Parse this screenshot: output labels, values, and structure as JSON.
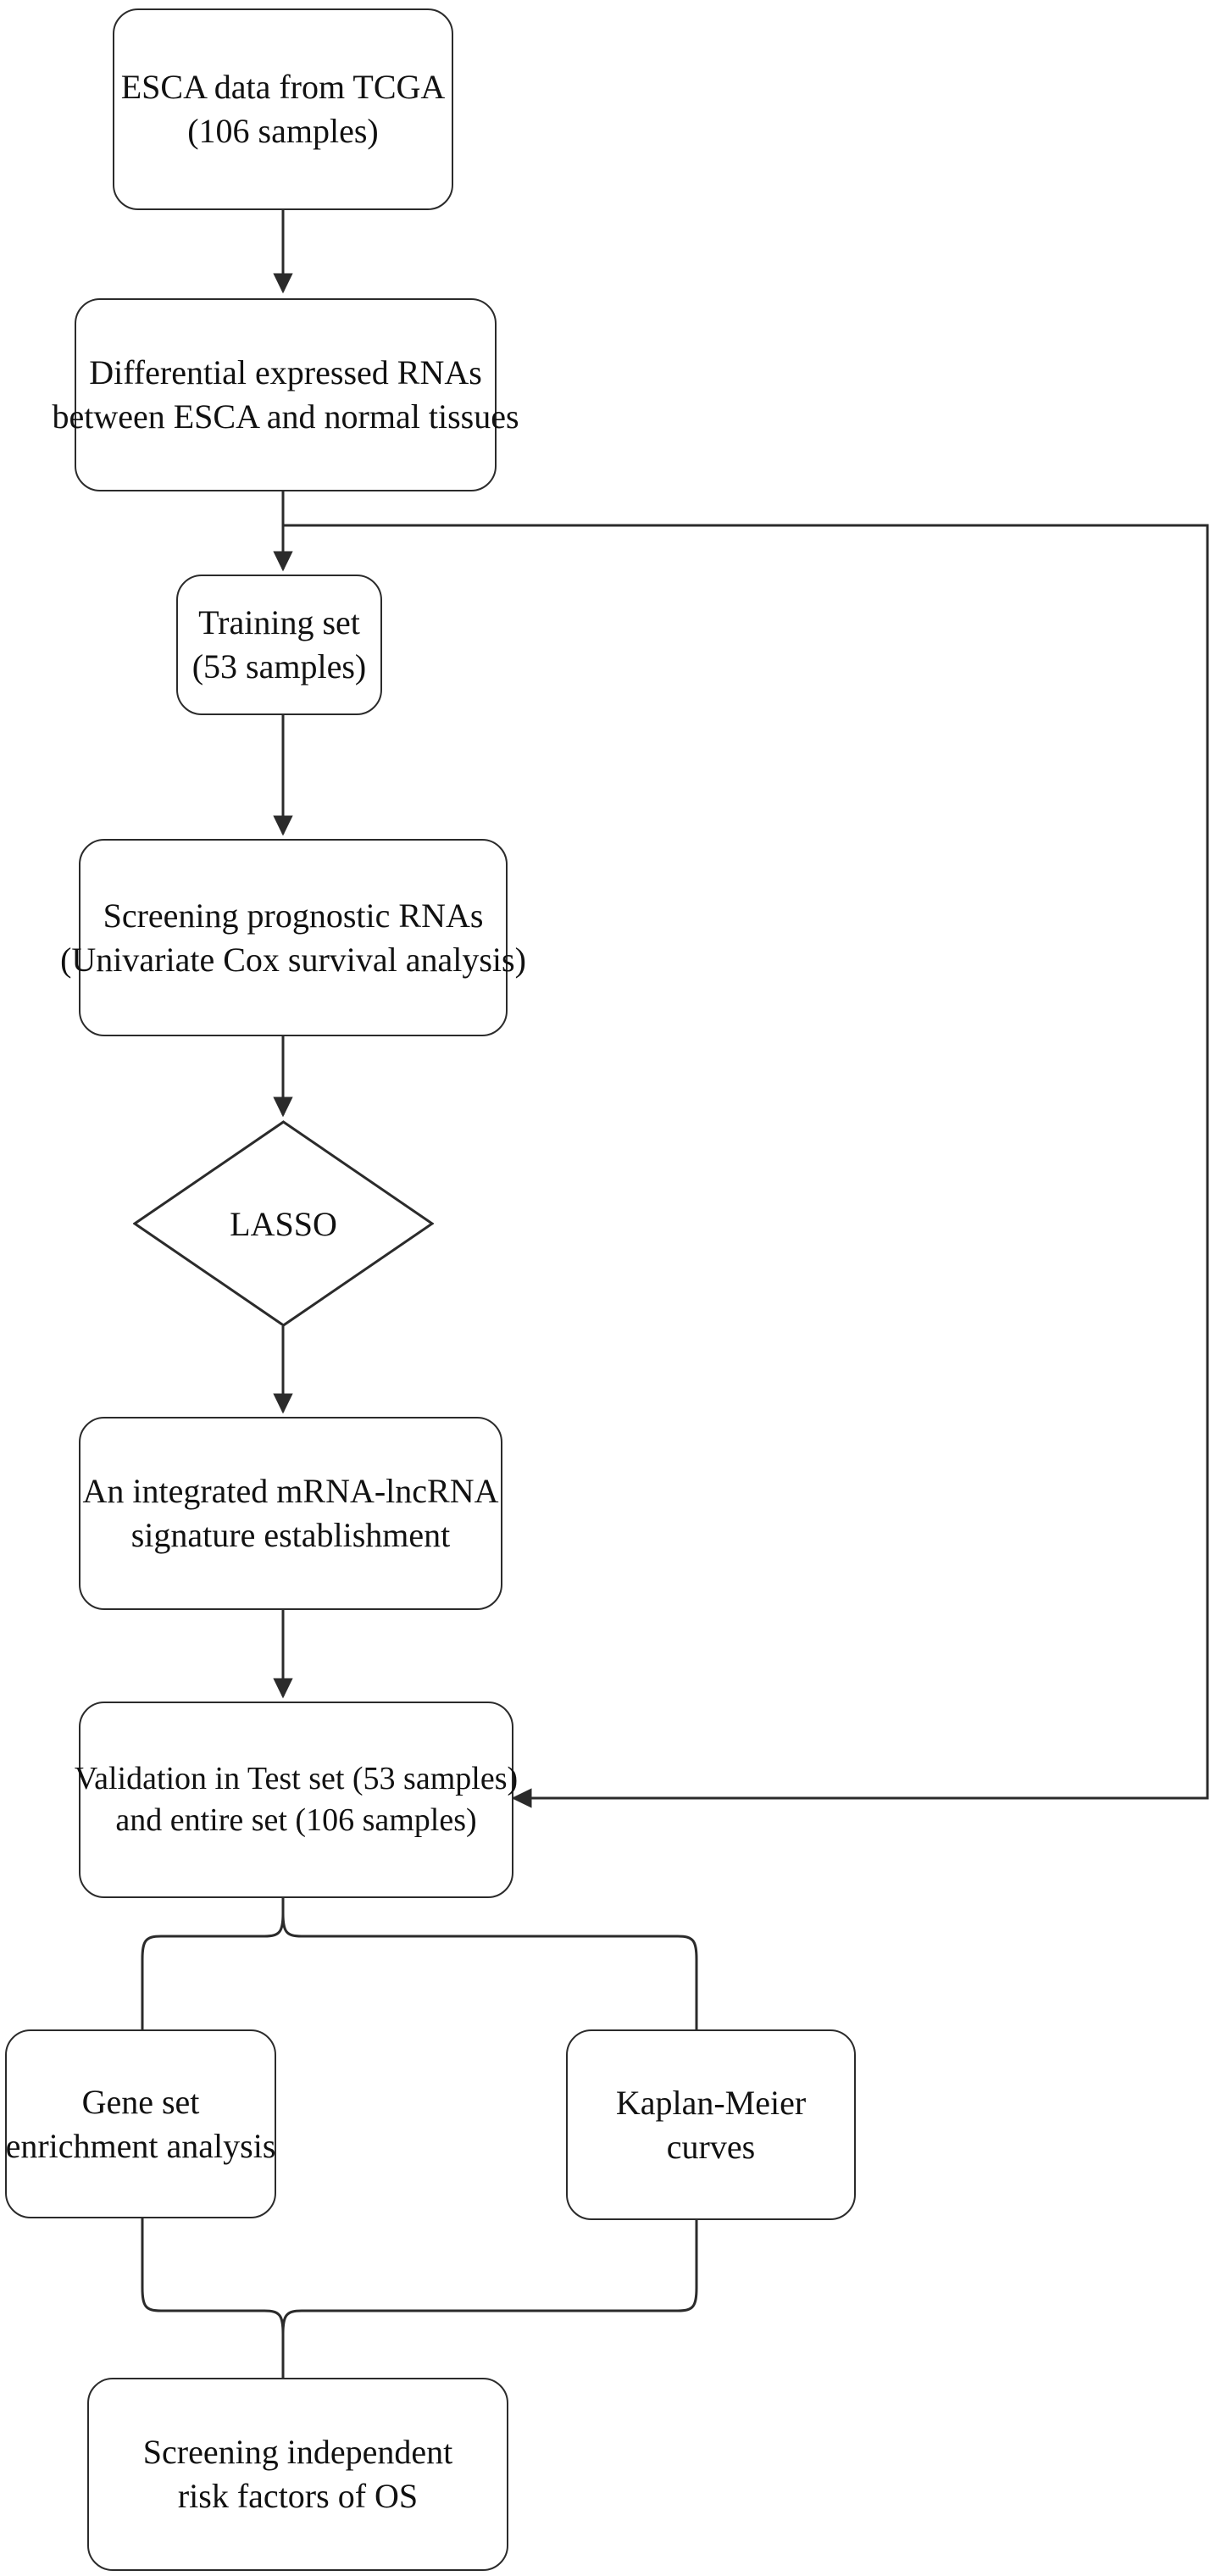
{
  "diagram": {
    "title": "ESCA prognostic signature study workflow",
    "type": "flowchart",
    "background_color": "#ffffff",
    "line_color": "#2b2b2b",
    "text_color": "#111111"
  },
  "nodes": [
    {
      "id": "esca-data",
      "shape": "rounded-rect",
      "lines": [
        "ESCA data from TCGA",
        "(106 samples)"
      ]
    },
    {
      "id": "differential-rnas",
      "shape": "rounded-rect",
      "lines": [
        "Differential expressed RNAs",
        "between ESCA and normal tissues"
      ]
    },
    {
      "id": "training-set",
      "shape": "rounded-rect",
      "lines": [
        "Training set",
        "(53 samples)"
      ]
    },
    {
      "id": "screening-prognostic-rnas",
      "shape": "rounded-rect",
      "lines": [
        "Screening prognostic RNAs",
        "(Univariate Cox survival analysis)"
      ]
    },
    {
      "id": "lasso",
      "shape": "diamond",
      "lines": [
        "LASSO"
      ]
    },
    {
      "id": "signature-establishment",
      "shape": "rounded-rect",
      "lines": [
        "An integrated mRNA-lncRNA",
        "signature establishment"
      ]
    },
    {
      "id": "validation",
      "shape": "rounded-rect",
      "lines": [
        "Validation in Test set (53 samples)",
        "and entire set (106 samples)"
      ]
    },
    {
      "id": "gsea",
      "shape": "rounded-rect",
      "lines": [
        "Gene set",
        "enrichment analysis"
      ]
    },
    {
      "id": "kaplan-meier",
      "shape": "rounded-rect",
      "lines": [
        "Kaplan-Meier",
        "curves"
      ]
    },
    {
      "id": "independent-risk-factors",
      "shape": "rounded-rect",
      "lines": [
        "Screening independent",
        "risk factors of OS"
      ]
    }
  ],
  "edges": [
    {
      "from": "esca-data",
      "to": "differential-rnas",
      "arrow": true
    },
    {
      "from": "differential-rnas",
      "to": "training-set",
      "arrow": true
    },
    {
      "from": "differential-rnas",
      "to": "validation",
      "arrow": true,
      "style": "feedback-right-loop"
    },
    {
      "from": "training-set",
      "to": "screening-prognostic-rnas",
      "arrow": true
    },
    {
      "from": "screening-prognostic-rnas",
      "to": "lasso",
      "arrow": true
    },
    {
      "from": "lasso",
      "to": "signature-establishment",
      "arrow": true
    },
    {
      "from": "signature-establishment",
      "to": "validation",
      "arrow": true
    },
    {
      "from": "validation",
      "to": "gsea",
      "arrow": false,
      "style": "fork"
    },
    {
      "from": "validation",
      "to": "kaplan-meier",
      "arrow": false,
      "style": "fork"
    },
    {
      "from": "gsea",
      "to": "independent-risk-factors",
      "arrow": false,
      "style": "merge"
    },
    {
      "from": "kaplan-meier",
      "to": "independent-risk-factors",
      "arrow": false,
      "style": "merge"
    }
  ]
}
